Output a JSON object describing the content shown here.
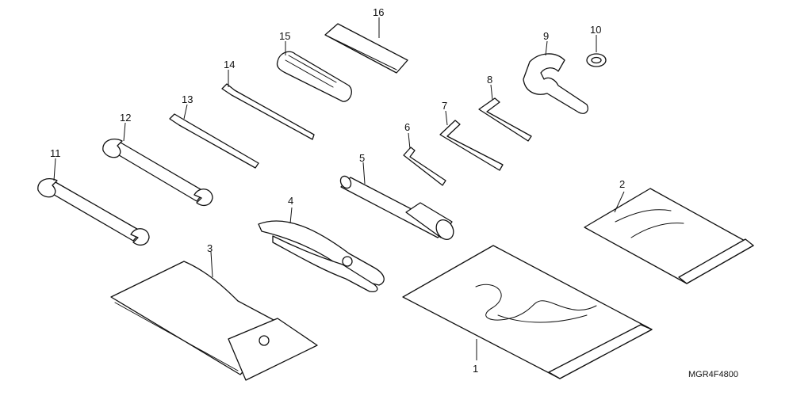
{
  "diagram": {
    "drawing_code": "MGR4F4800",
    "callouts": [
      "1",
      "2",
      "3",
      "4",
      "5",
      "6",
      "7",
      "8",
      "9",
      "10",
      "11",
      "12",
      "13",
      "14",
      "15",
      "16"
    ]
  }
}
